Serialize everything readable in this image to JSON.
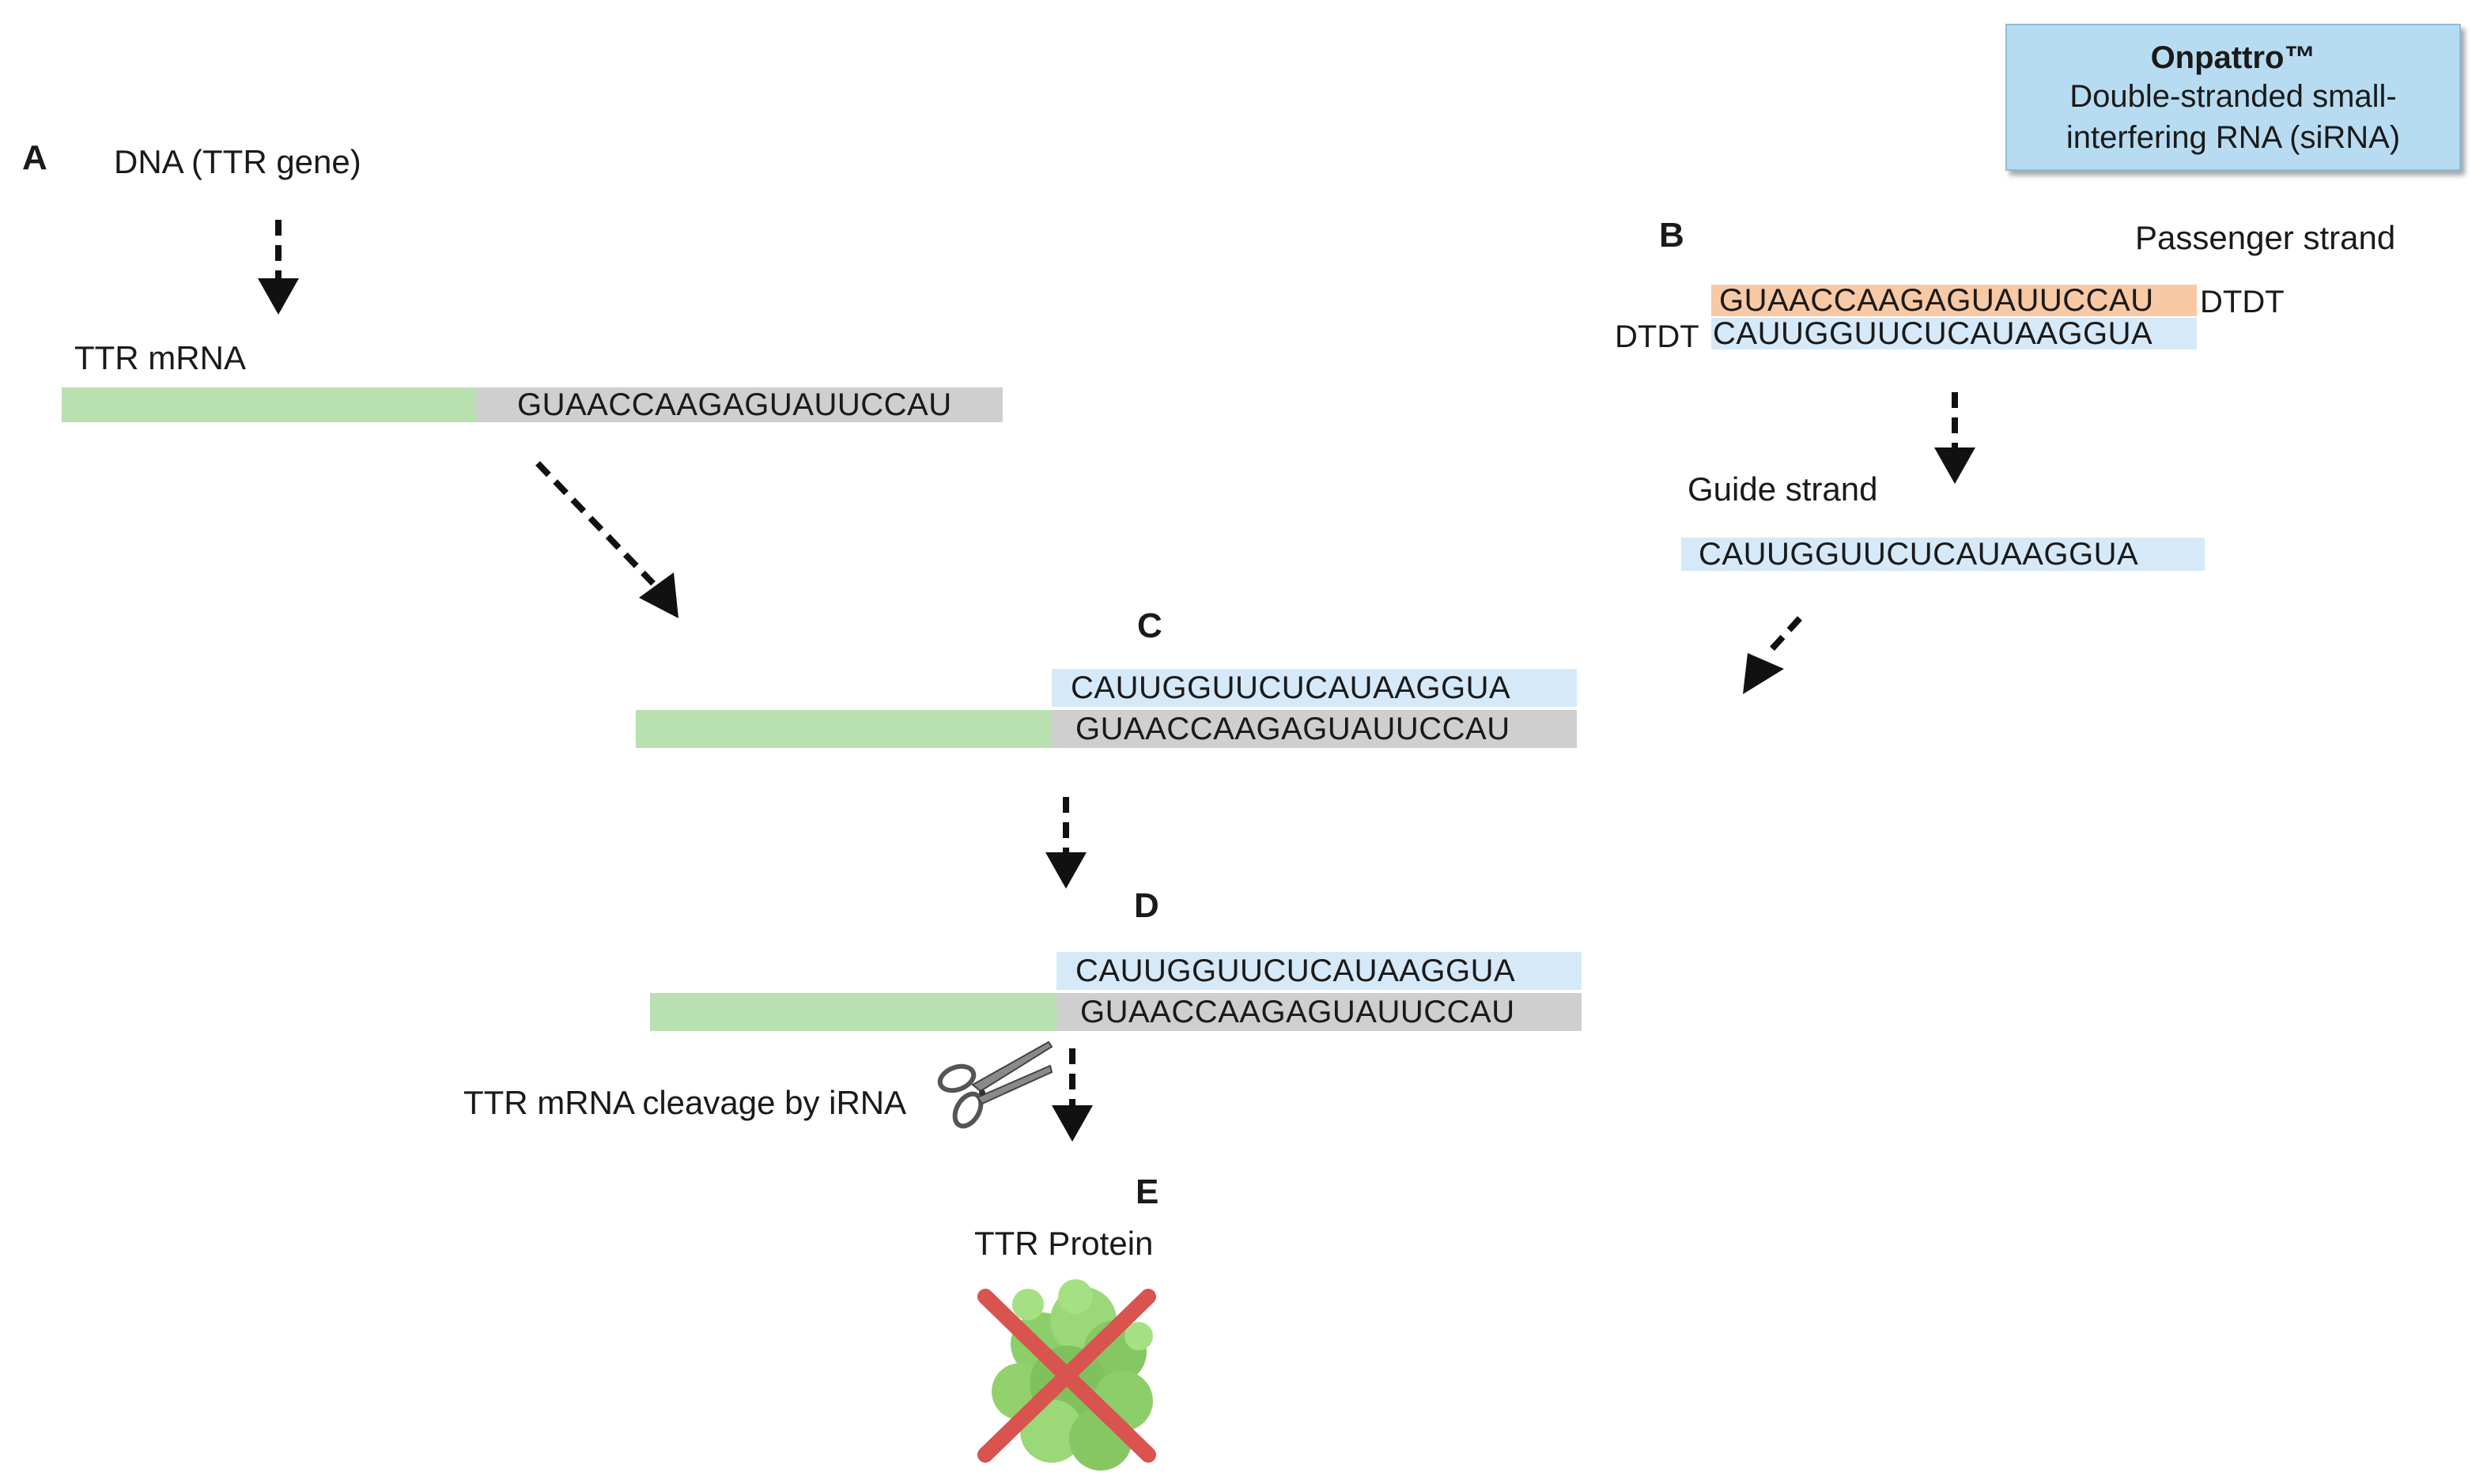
{
  "info_box": {
    "title": "Onpattro™",
    "subtitle": "Double-stranded small-interfering RNA (siRNA)"
  },
  "panel_a": {
    "letter": "A",
    "dna_label": "DNA (TTR gene)",
    "mrna_label": "TTR mRNA",
    "mrna_seq": "GUAACCAAGAGUAUUCCAU"
  },
  "panel_b": {
    "letter": "B",
    "passenger_label": "Passenger strand",
    "passenger_seq": "GUAACCAAGAGUAUUCCAU",
    "passenger_overhang": "DTDT",
    "guide_overhang": "DTDT",
    "guide_seq": "CAUUGGUUCUCAUAAGGUA",
    "guide_label": "Guide strand",
    "guide_strand_seq": "CAUUGGUUCUCAUAAGGUA"
  },
  "panel_c": {
    "letter": "C",
    "guide_seq": "CAUUGGUUCUCAUAAGGUA",
    "mrna_seq": "GUAACCAAGAGUAUUCCAU"
  },
  "panel_d": {
    "letter": "D",
    "guide_seq": "CAUUGGUUCUCAUAAGGUA",
    "mrna_seq": "GUAACCAAGAGUAUUCCAU",
    "cleavage_label": "TTR mRNA cleavage by iRNA"
  },
  "panel_e": {
    "letter": "E",
    "protein_label": "TTR Protein"
  },
  "colors": {
    "mrna_green": "#b8e0b0",
    "seq_grey": "#cfcfcf",
    "guide_blue": "#d6e9f8",
    "passenger_orange": "#f7c9a5",
    "box_blue": "#b7dcf1",
    "cross_red": "#d9534f",
    "protein_green": "#8ccf6a"
  },
  "icons": [
    "scissors-icon",
    "protein-blob-icon",
    "cross-out-icon"
  ]
}
